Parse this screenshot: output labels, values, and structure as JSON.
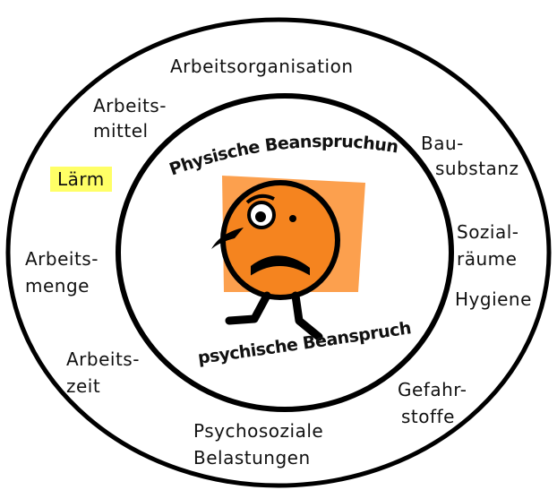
{
  "diagram": {
    "colors": {
      "ring_stroke": "#000000",
      "face_fill": "#f5841f",
      "backdrop_fill": "#fca04e",
      "highlight": "#ffff66"
    },
    "center": {
      "top_label": "Physische Beanspruchung",
      "bottom_label": "psychische Beanspruchung",
      "figure": "distressed-face-icon"
    },
    "factors": {
      "arbeitsorganisation": [
        "Arbeitsorganisation"
      ],
      "arbeitsmittel": [
        "Arbeits-",
        "mittel"
      ],
      "laerm": [
        "Lärm"
      ],
      "arbeitsmenge": [
        "Arbeits-",
        "menge"
      ],
      "arbeitszeit": [
        "Arbeits-",
        "zeit"
      ],
      "psychosoziale": [
        "Psychosoziale",
        "Belastungen"
      ],
      "bausubstanz": [
        "Bau-",
        "substanz"
      ],
      "sozialraeume": [
        "Sozial-",
        "räume"
      ],
      "hygiene": [
        "Hygiene"
      ],
      "gefahrstoffe": [
        "Gefahr-",
        "stoffe"
      ]
    }
  }
}
